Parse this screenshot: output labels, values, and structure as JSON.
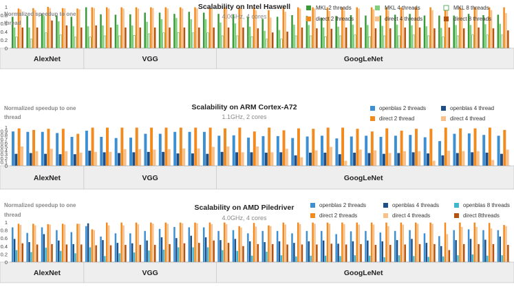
{
  "chart_data": [
    {
      "type": "bar",
      "title": "Scalability on Intel Haswell",
      "subtitle": "4.0GHz, 4 cores",
      "ylabel": "Normalized speedup to one thread",
      "ylim": [
        0,
        1
      ],
      "yticks": [
        "0",
        "0.2",
        "0.4",
        "0.6",
        "0.8",
        "1"
      ],
      "groups": [
        "AlexNet",
        "VGG",
        "GoogLeNet"
      ],
      "group_sizes": [
        5,
        9,
        20
      ],
      "legend_position": "top-right",
      "series": [
        {
          "name": "MKL 2 threads",
          "color": "#3a9a3a",
          "hollow": false,
          "values": [
            0.76,
            0.78,
            0.84,
            0.79,
            0.76,
            0.99,
            0.82,
            0.81,
            0.82,
            0.86,
            0.86,
            0.83,
            0.88,
            0.86,
            0.83,
            0.81,
            0.76,
            0.71,
            0.76,
            0.8,
            0.78,
            0.73,
            0.78,
            0.8,
            0.79,
            0.79,
            0.81,
            0.83,
            0.79,
            0.79,
            0.79,
            0.83,
            0.8,
            0.81
          ]
        },
        {
          "name": "MKL 4 threads",
          "color": "#7fd07a",
          "hollow": false,
          "values": [
            0.5,
            0.5,
            0.78,
            0.65,
            0.53,
            0.53,
            0.55,
            0.57,
            0.55,
            0.64,
            0.7,
            0.73,
            0.7,
            0.7,
            0.62,
            0.6,
            0.52,
            0.42,
            0.44,
            0.57,
            0.56,
            0.5,
            0.52,
            0.57,
            0.56,
            0.54,
            0.57,
            0.55,
            0.53,
            0.49,
            0.56,
            0.56,
            0.58,
            0.59
          ]
        },
        {
          "name": "MKL 8 threads",
          "color": "#ffffff",
          "hollow": true,
          "stroke": "#3a9a3a",
          "values": [
            0.27,
            0.22,
            0.37,
            0.32,
            0.27,
            0.27,
            0.3,
            0.3,
            0.31,
            0.35,
            0.37,
            0.38,
            0.37,
            0.37,
            0.3,
            0.3,
            0.28,
            0.22,
            0.22,
            0.3,
            0.3,
            0.28,
            0.3,
            0.32,
            0.28,
            0.3,
            0.3,
            0.32,
            0.3,
            0.27,
            0.3,
            0.32,
            0.32,
            0.32
          ]
        },
        {
          "name": "direct 2 threads",
          "color": "#f28a1e",
          "hollow": false,
          "values": [
            0.96,
            0.97,
            1.0,
            0.97,
            0.96,
            0.99,
            0.99,
            0.99,
            0.99,
            0.99,
            0.99,
            0.99,
            0.99,
            0.98,
            0.99,
            0.99,
            0.99,
            0.92,
            0.99,
            0.99,
            0.99,
            0.99,
            0.99,
            0.99,
            0.99,
            0.99,
            0.99,
            0.99,
            0.99,
            0.99,
            0.99,
            0.99,
            0.99,
            0.99
          ]
        },
        {
          "name": "direct 4 threads",
          "color": "#f9c08a",
          "hollow": false,
          "values": [
            0.94,
            0.92,
            0.97,
            0.96,
            0.94,
            0.97,
            0.96,
            0.96,
            0.96,
            0.97,
            0.96,
            0.96,
            0.96,
            0.96,
            0.96,
            0.96,
            0.92,
            0.74,
            0.88,
            0.96,
            0.96,
            0.9,
            0.92,
            0.96,
            0.94,
            0.92,
            0.96,
            0.96,
            0.92,
            0.92,
            0.96,
            0.96,
            0.92,
            0.85
          ]
        },
        {
          "name": "direct 8 threads",
          "color": "#b5530e",
          "hollow": false,
          "values": [
            0.5,
            0.5,
            0.67,
            0.55,
            0.5,
            0.55,
            0.5,
            0.5,
            0.5,
            0.5,
            0.5,
            0.5,
            0.5,
            0.5,
            0.5,
            0.5,
            0.48,
            0.38,
            0.4,
            0.5,
            0.48,
            0.47,
            0.5,
            0.5,
            0.48,
            0.48,
            0.5,
            0.5,
            0.48,
            0.5,
            0.48,
            0.5,
            0.48,
            0.43
          ]
        }
      ]
    },
    {
      "type": "bar",
      "title": "Scalability on ARM Cortex-A72",
      "subtitle": "1.1GHz, 2 cores",
      "ylabel": "Normalized speedup to one thread",
      "ylim": [
        0,
        1
      ],
      "yticks": [
        "0",
        "0.1",
        "0.2",
        "0.3",
        "0.4",
        "0.5",
        "0.6",
        "0.7",
        "0.8",
        "0.9",
        "1"
      ],
      "groups": [
        "AlexNet",
        "VGG",
        "GoogLeNet"
      ],
      "group_sizes": [
        5,
        9,
        20
      ],
      "legend_position": "top-right",
      "series": [
        {
          "name": "openblas 2 threads",
          "color": "#3d8fd4",
          "hollow": false,
          "values": [
            0.89,
            0.88,
            0.88,
            0.85,
            0.75,
            0.91,
            0.75,
            0.72,
            0.73,
            0.83,
            0.83,
            0.88,
            0.88,
            0.88,
            0.78,
            0.79,
            0.73,
            0.77,
            0.77,
            0.72,
            0.76,
            0.78,
            0.71,
            0.76,
            0.78,
            0.75,
            0.78,
            0.8,
            0.74,
            0.64,
            0.83,
            0.84,
            0.8,
            0.78
          ]
        },
        {
          "name": "openblas 4 thread",
          "color": "#1d4e86",
          "hollow": false,
          "values": [
            0.31,
            0.33,
            0.31,
            0.3,
            0.3,
            0.39,
            0.35,
            0.33,
            0.35,
            0.36,
            0.36,
            0.32,
            0.32,
            0.31,
            0.36,
            0.35,
            0.35,
            0.34,
            0.35,
            0.27,
            0.34,
            0.34,
            0.3,
            0.34,
            0.33,
            0.31,
            0.33,
            0.35,
            0.32,
            0.27,
            0.33,
            0.35,
            0.34,
            0.31
          ]
        },
        {
          "name": "direct 2 thread",
          "color": "#f28a1e",
          "hollow": false,
          "values": [
            0.97,
            0.93,
            0.96,
            0.96,
            0.83,
            0.99,
            0.99,
            0.99,
            0.99,
            0.99,
            0.99,
            0.99,
            0.99,
            0.99,
            0.97,
            0.99,
            0.89,
            0.99,
            0.92,
            0.97,
            0.96,
            0.99,
            0.99,
            0.96,
            0.89,
            0.97,
            0.91,
            0.96,
            0.96,
            0.99,
            0.97,
            0.97,
            0.99,
            0.93
          ]
        },
        {
          "name": "direct 4 thread",
          "color": "#f9c08a",
          "hollow": false,
          "values": [
            0.5,
            0.38,
            0.44,
            0.38,
            0.34,
            0.36,
            0.36,
            0.43,
            0.43,
            0.42,
            0.43,
            0.45,
            0.45,
            0.49,
            0.5,
            0.35,
            0.5,
            0.35,
            0.44,
            0.22,
            0.4,
            0.49,
            0.13,
            0.42,
            0.4,
            0.33,
            0.38,
            0.38,
            0.13,
            0.39,
            0.38,
            0.38,
            0.15,
            0.42
          ]
        }
      ]
    },
    {
      "type": "bar",
      "title": "Scalability on AMD Piledriver",
      "subtitle": "4.0GHz,  4 cores",
      "ylabel": "Normalized speedup to one thread",
      "ylim": [
        0,
        1
      ],
      "yticks": [
        "0",
        "0.2",
        "0.4",
        "0.6",
        "0.8",
        "1"
      ],
      "groups": [
        "AlexNet",
        "VGG",
        "GoogLeNet"
      ],
      "group_sizes": [
        5,
        9,
        20
      ],
      "legend_position": "top-right",
      "series": [
        {
          "name": "openblas 2 threads",
          "color": "#3d8fd4",
          "hollow": false,
          "values": [
            0.87,
            0.73,
            0.87,
            0.8,
            0.75,
            0.9,
            0.64,
            0.72,
            0.72,
            0.78,
            0.83,
            0.88,
            0.87,
            0.87,
            0.78,
            0.8,
            0.72,
            0.78,
            0.78,
            0.72,
            0.78,
            0.78,
            0.7,
            0.77,
            0.78,
            0.74,
            0.78,
            0.8,
            0.72,
            0.65,
            0.8,
            0.82,
            0.8,
            0.8
          ]
        },
        {
          "name": "openblas 4 threads",
          "color": "#1d4e86",
          "hollow": false,
          "values": [
            0.58,
            0.5,
            0.7,
            0.54,
            0.45,
            0.97,
            0.55,
            0.48,
            0.47,
            0.54,
            0.62,
            0.6,
            0.66,
            0.62,
            0.55,
            0.58,
            0.52,
            0.5,
            0.52,
            0.48,
            0.52,
            0.54,
            0.46,
            0.52,
            0.54,
            0.52,
            0.55,
            0.58,
            0.48,
            0.4,
            0.55,
            0.58,
            0.56,
            0.64
          ]
        },
        {
          "name": "openblas 8 threads",
          "color": "#3fb6d0",
          "hollow": false,
          "values": [
            0.3,
            0.25,
            0.36,
            0.28,
            0.22,
            0.37,
            0.15,
            0.22,
            0.24,
            0.29,
            0.31,
            0.37,
            0.37,
            0.37,
            0.3,
            0.28,
            0.16,
            0.26,
            0.17,
            0.14,
            0.16,
            0.16,
            0.15,
            0.17,
            0.16,
            0.12,
            0.17,
            0.15,
            0.13,
            0.14,
            0.17,
            0.19,
            0.16,
            0.17
          ]
        },
        {
          "name": "direct 2 threads",
          "color": "#f28a1e",
          "hollow": false,
          "values": [
            0.96,
            0.96,
            0.95,
            0.96,
            0.96,
            0.82,
            0.99,
            0.99,
            0.99,
            0.99,
            0.99,
            0.99,
            0.99,
            0.99,
            0.99,
            0.9,
            0.98,
            0.92,
            0.99,
            0.99,
            0.99,
            0.99,
            0.99,
            0.99,
            0.99,
            0.99,
            0.99,
            0.99,
            0.99,
            0.99,
            0.99,
            0.99,
            0.98,
            0.93
          ]
        },
        {
          "name": "direct 4 threads",
          "color": "#f9c08a",
          "hollow": false,
          "values": [
            0.93,
            0.92,
            0.94,
            0.94,
            0.96,
            0.8,
            0.92,
            0.92,
            0.95,
            0.96,
            0.96,
            0.97,
            0.97,
            0.95,
            0.95,
            0.86,
            0.89,
            0.9,
            0.94,
            0.95,
            0.96,
            0.96,
            0.95,
            0.94,
            0.94,
            0.9,
            0.94,
            0.96,
            0.96,
            0.7,
            0.88,
            0.88,
            0.84,
            0.9
          ]
        },
        {
          "name": "direct 8threads",
          "color": "#b5530e",
          "hollow": false,
          "values": [
            0.47,
            0.44,
            0.45,
            0.44,
            0.44,
            0.42,
            0.42,
            0.43,
            0.43,
            0.43,
            0.45,
            0.47,
            0.48,
            0.54,
            0.48,
            0.4,
            0.45,
            0.45,
            0.44,
            0.44,
            0.44,
            0.46,
            0.44,
            0.45,
            0.43,
            0.43,
            0.44,
            0.45,
            0.45,
            0.3,
            0.45,
            0.45,
            0.45,
            0.43
          ]
        }
      ]
    }
  ]
}
